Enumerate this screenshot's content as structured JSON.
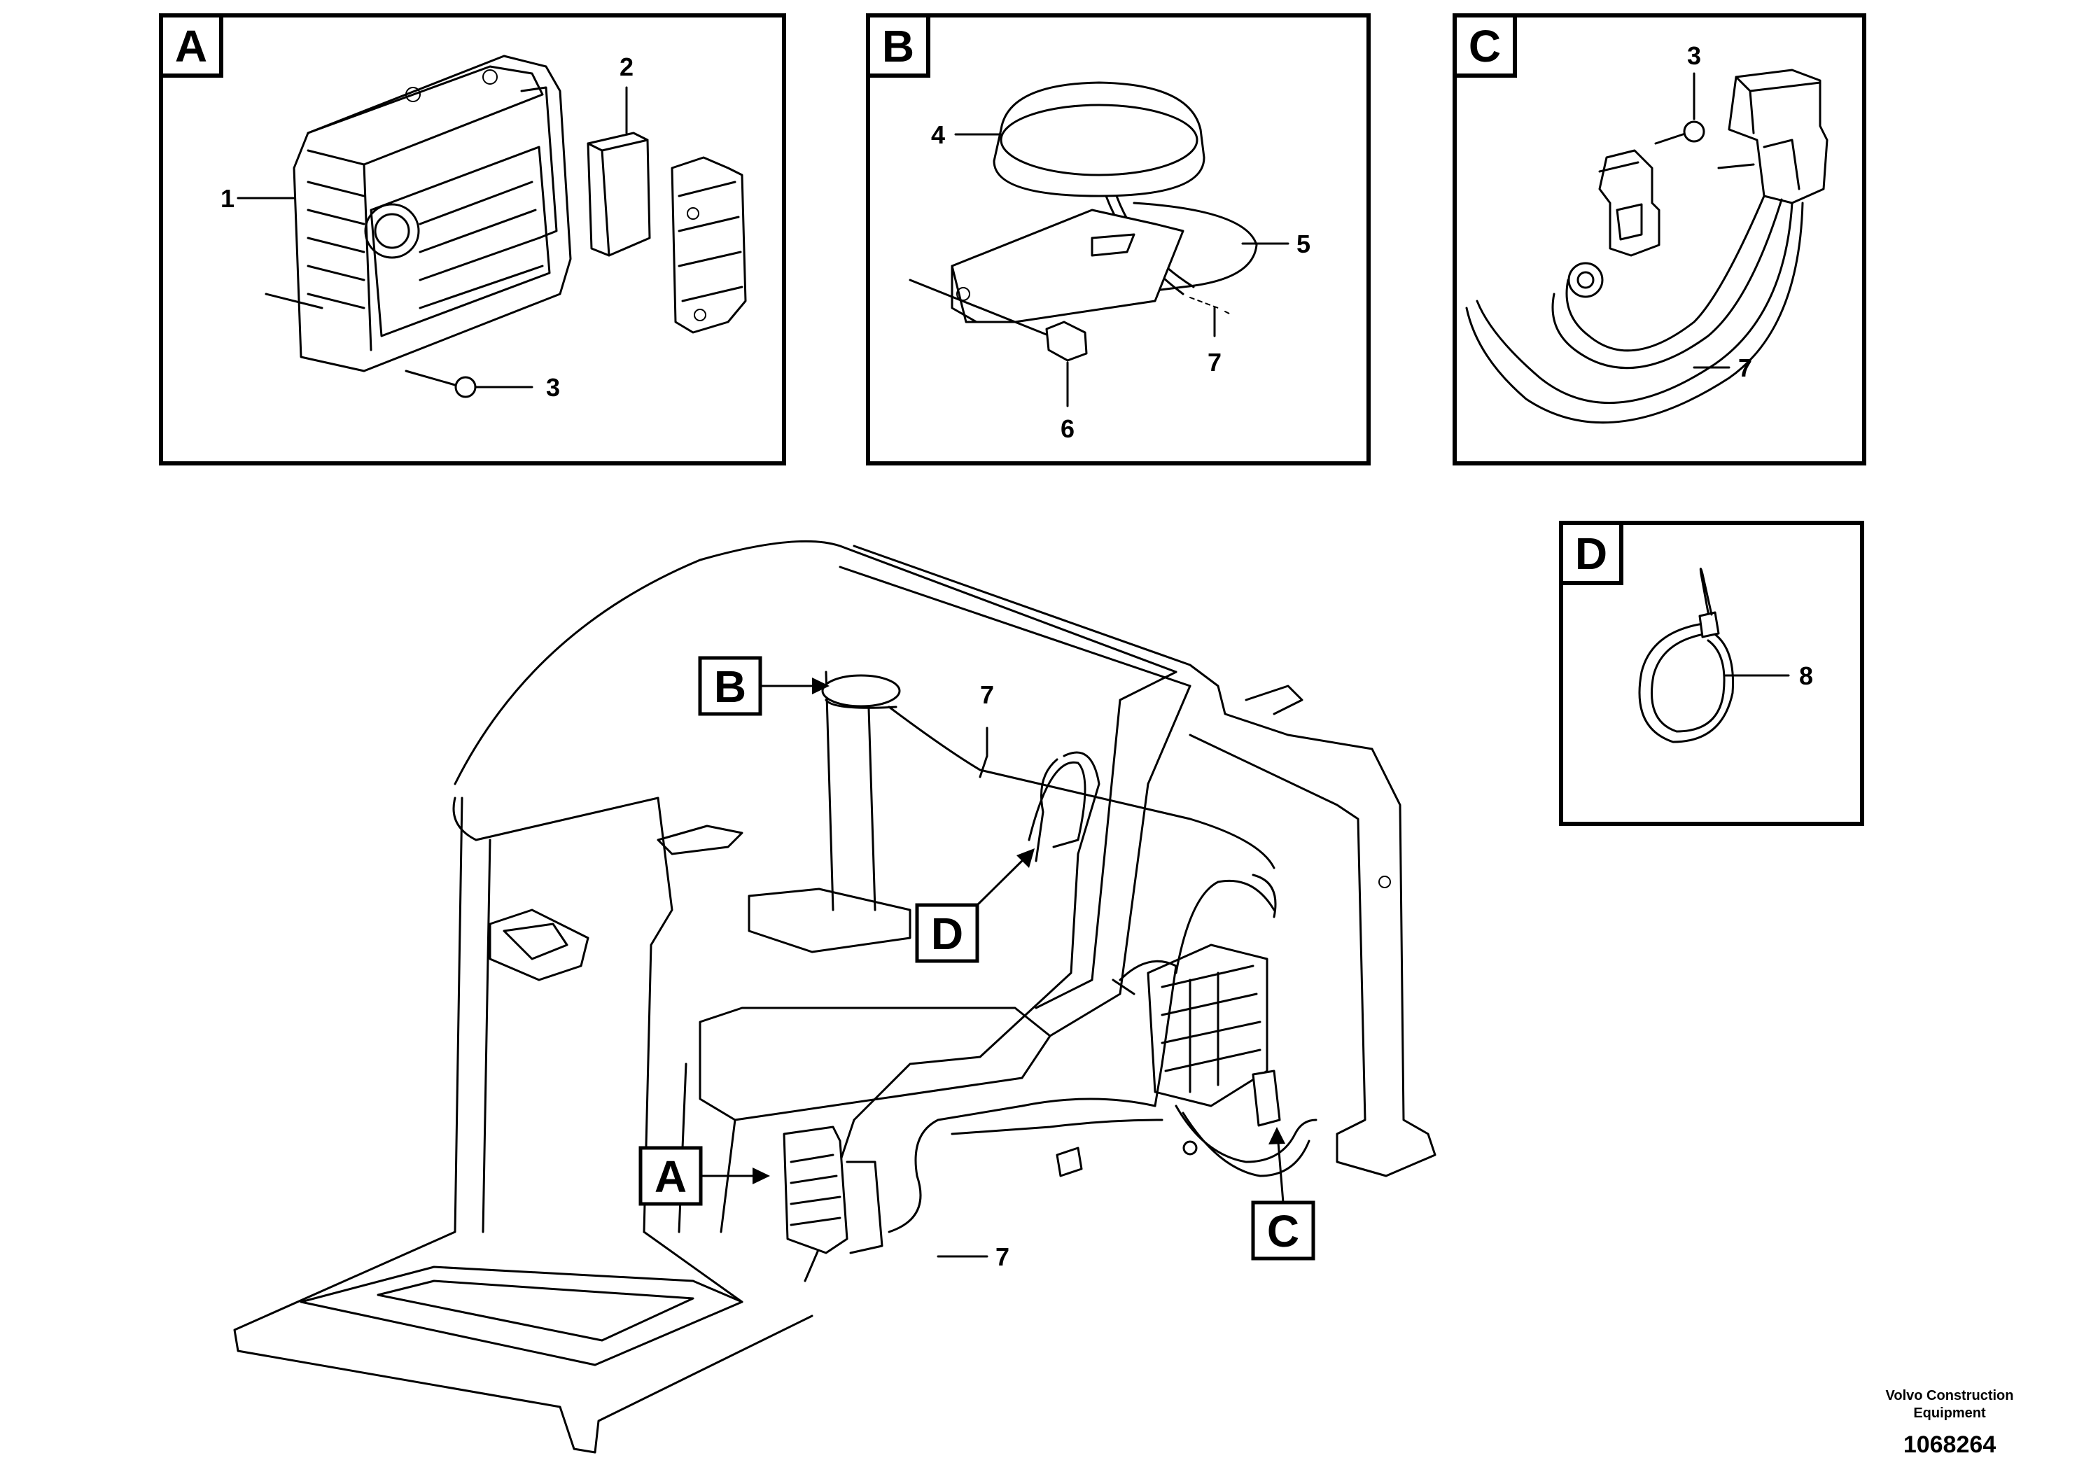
{
  "panels": {
    "A": {
      "letter": "A",
      "callouts": [
        "1",
        "2",
        "3"
      ]
    },
    "B": {
      "letter": "B",
      "callouts": [
        "4",
        "5",
        "6",
        "7"
      ]
    },
    "C": {
      "letter": "C",
      "callouts": [
        "3",
        "7"
      ]
    },
    "D": {
      "letter": "D",
      "callouts": [
        "8"
      ]
    }
  },
  "main_view": {
    "refs": [
      "B",
      "D",
      "A",
      "C"
    ],
    "callouts": [
      "7",
      "7"
    ]
  },
  "footer": {
    "company_line1": "Volvo Construction",
    "company_line2": "Equipment",
    "doc_number": "1068264"
  }
}
